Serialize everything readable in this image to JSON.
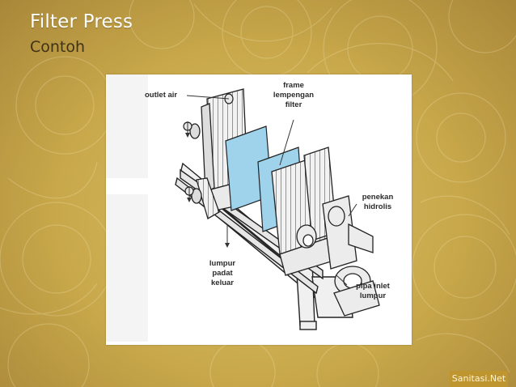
{
  "slide": {
    "title": "Filter Press",
    "subtitle": "Contoh"
  },
  "diagram": {
    "labels": {
      "outlet": "outlet air",
      "frame": [
        "frame",
        "lempengan",
        "filter"
      ],
      "penekan": [
        "penekan",
        "hidrolis"
      ],
      "lumpur": [
        "lumpur",
        "padat",
        "keluar"
      ],
      "pipa": [
        "pipa inlet",
        "lumpur"
      ]
    }
  },
  "footer": {
    "brand": "Sanitasi.Net"
  },
  "colors": {
    "background": "#cdb052",
    "title": "#ffffff",
    "filter_plate": "#9fd3ec",
    "badge": "#bf9530"
  }
}
